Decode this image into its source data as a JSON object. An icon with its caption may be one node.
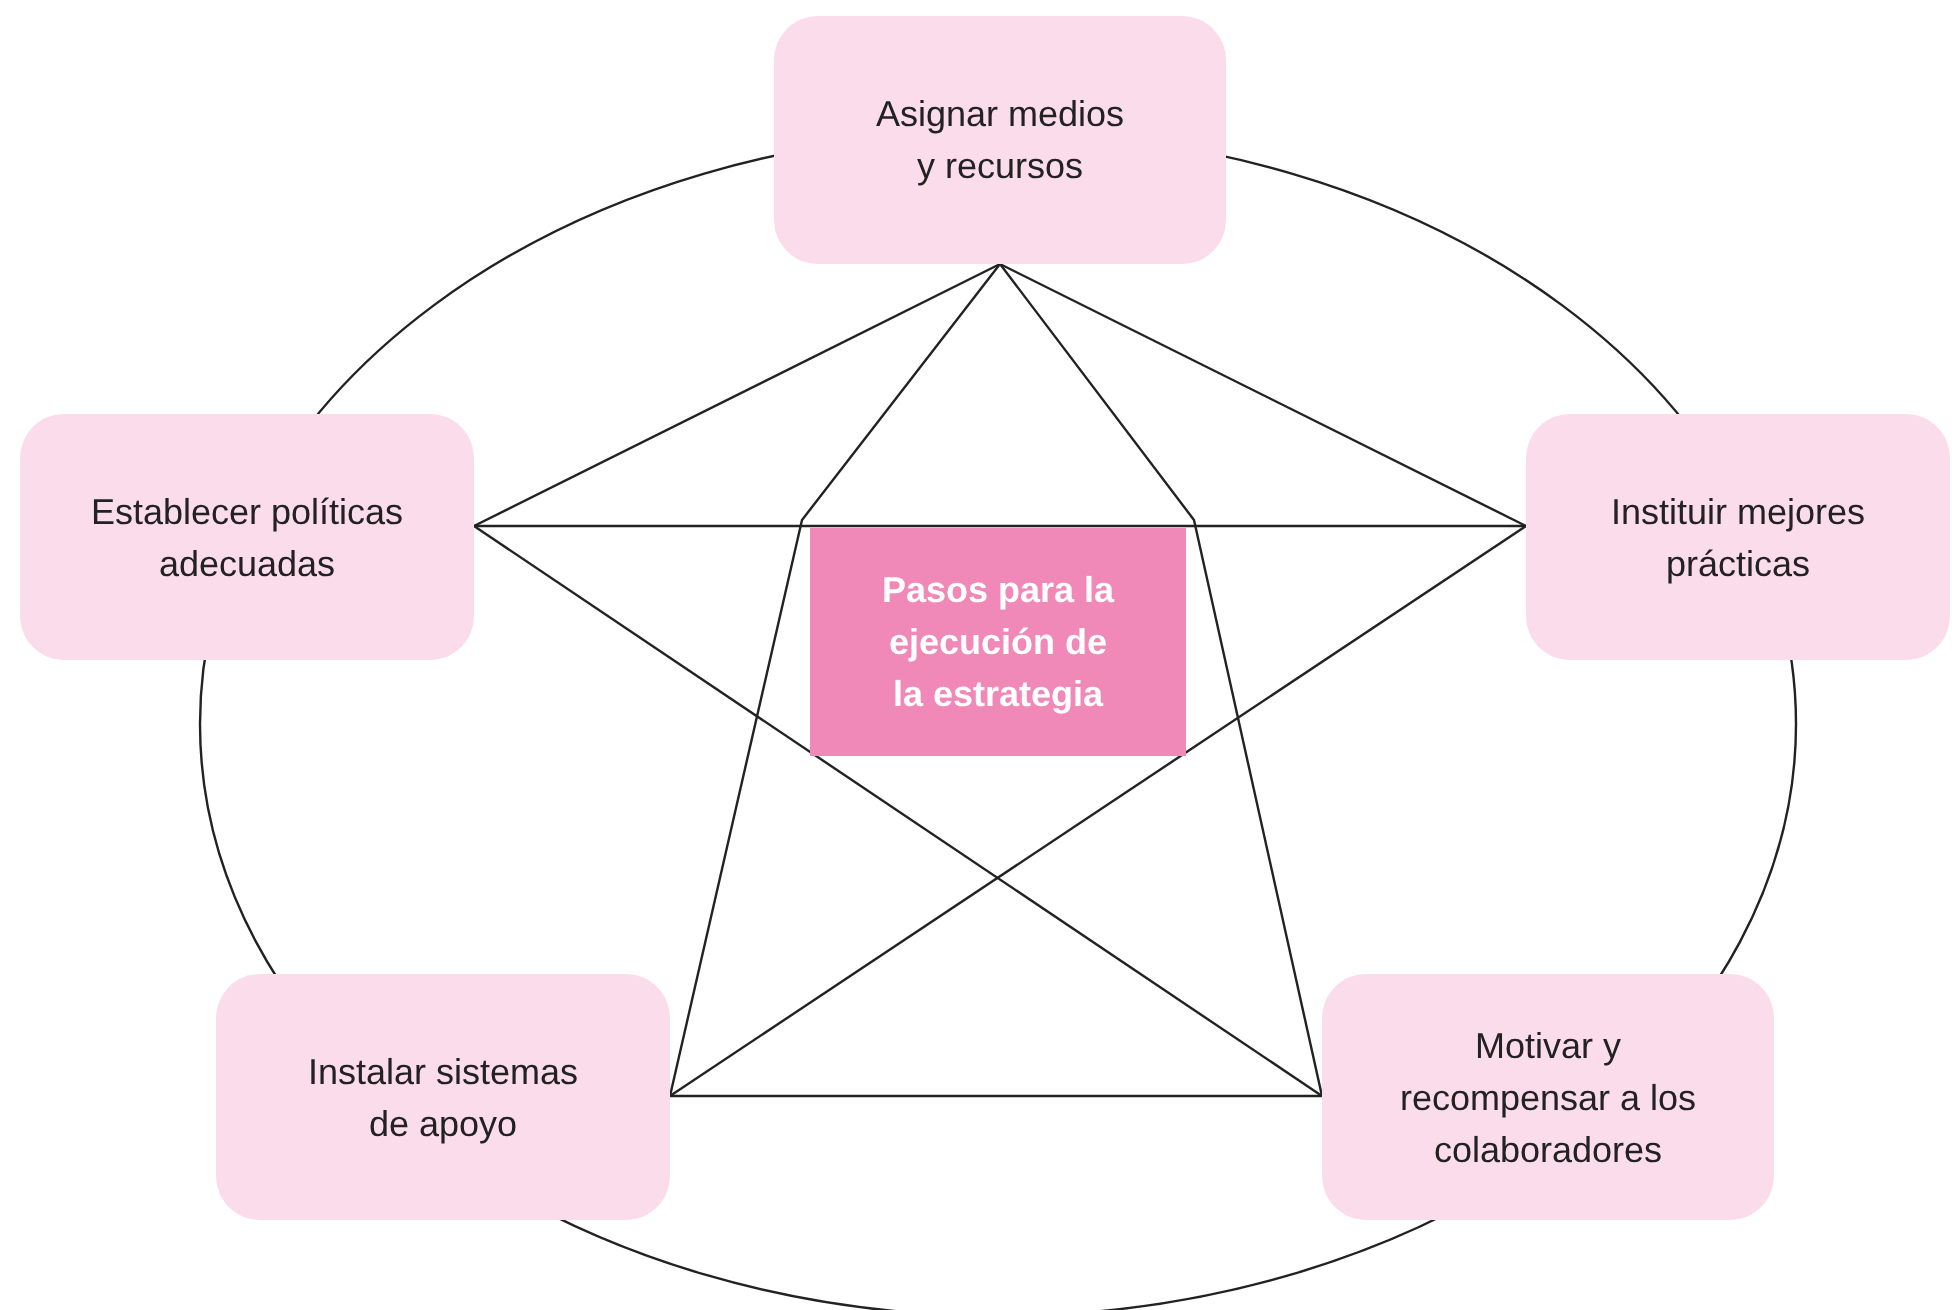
{
  "diagram": {
    "nodes": [
      {
        "text": [
          "Asignar medios y recursos"
        ]
      },
      {
        "text": [
          "Establecer políticas adecuadas"
        ]
      },
      {
        "text": [
          "Instituir mejores prácticas"
        ]
      },
      {
        "text": [
          "Pasos para la ejecución de la estrategia"
        ]
      },
      {
        "text": [
          "Instalar sistemas de apoyo"
        ]
      },
      {
        "text": [
          "Motivar y recompensar a los colaboradores"
        ]
      }
    ],
    "edges": [
      {
        "from": 0,
        "to": 1,
        "arrow": "none"
      },
      {
        "from": 0,
        "to": 2,
        "arrow": "none"
      },
      {
        "from": 1,
        "to": 2,
        "arrow": "none"
      },
      {
        "from": 0,
        "to": 4,
        "arrow": "none"
      },
      {
        "from": 0,
        "to": 5,
        "arrow": "none"
      },
      {
        "from": 1,
        "to": 5,
        "arrow": "none"
      },
      {
        "from": 2,
        "to": 4,
        "arrow": "none"
      },
      {
        "from": 4,
        "to": 5,
        "arrow": "none"
      }
    ]
  }
}
